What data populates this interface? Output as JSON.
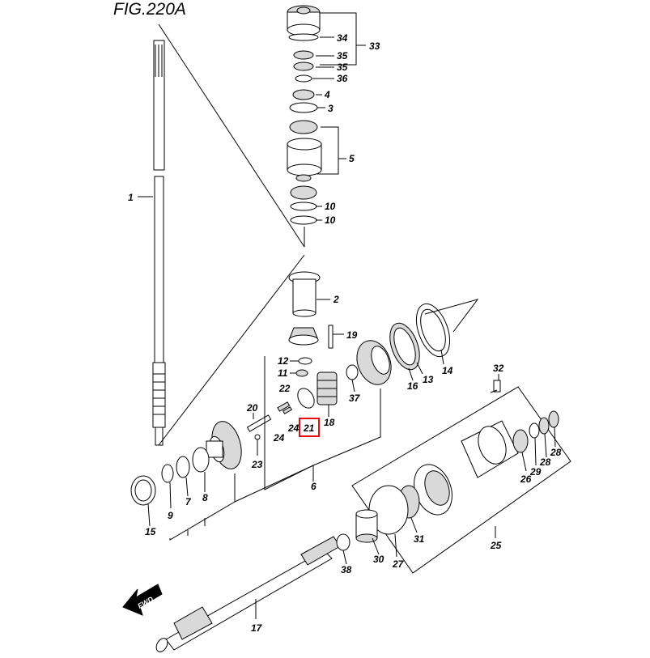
{
  "figure": {
    "title": "FIG.220A",
    "fwd_label": "FWD",
    "highlight_color": "#e01010",
    "highlighted_part": "21"
  },
  "labels": {
    "p1": "1",
    "p2": "2",
    "p3": "3",
    "p4": "4",
    "p5": "5",
    "p6": "6",
    "p7": "7",
    "p8": "8",
    "p9": "9",
    "p10a": "10",
    "p10b": "10",
    "p11": "11",
    "p12": "12",
    "p13": "13",
    "p14": "14",
    "p15": "15",
    "p16": "16",
    "p17": "17",
    "p18": "18",
    "p19": "19",
    "p20": "20",
    "p21": "21",
    "p22": "22",
    "p23": "23",
    "p24a": "24",
    "p24b": "24",
    "p25": "25",
    "p26": "26",
    "p27": "27",
    "p28a": "28",
    "p28b": "28",
    "p29": "29",
    "p30": "30",
    "p31": "31",
    "p32": "32",
    "p33": "33",
    "p34": "34",
    "p35a": "35",
    "p35b": "35",
    "p36": "36",
    "p37": "37",
    "p38": "38"
  }
}
